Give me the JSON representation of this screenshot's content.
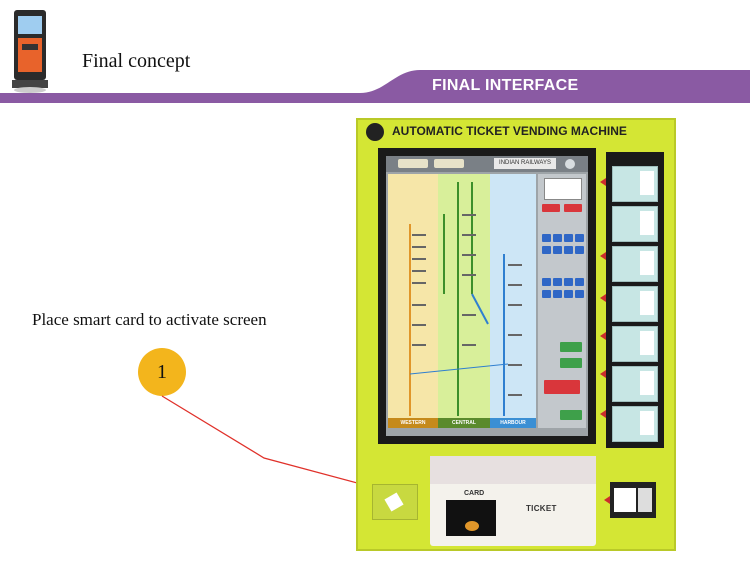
{
  "header": {
    "title": "Final concept",
    "banner": "FINAL INTERFACE"
  },
  "instruction": {
    "text": "Place smart card to activate screen"
  },
  "step": {
    "number": "1"
  },
  "machine": {
    "title": "AUTOMATIC TICKET VENDING MACHINE",
    "rail_label": "INDIAN RAILWAYS",
    "zones": [
      "WESTERN",
      "CENTRAL",
      "HARBOUR"
    ],
    "card_label": "CARD",
    "ticket_label": "TICKET"
  },
  "colors": {
    "banner": "#8a5aa3",
    "badge": "#f3b51c",
    "machine_body": "#d4e634",
    "pointer_line": "#e0312a"
  }
}
